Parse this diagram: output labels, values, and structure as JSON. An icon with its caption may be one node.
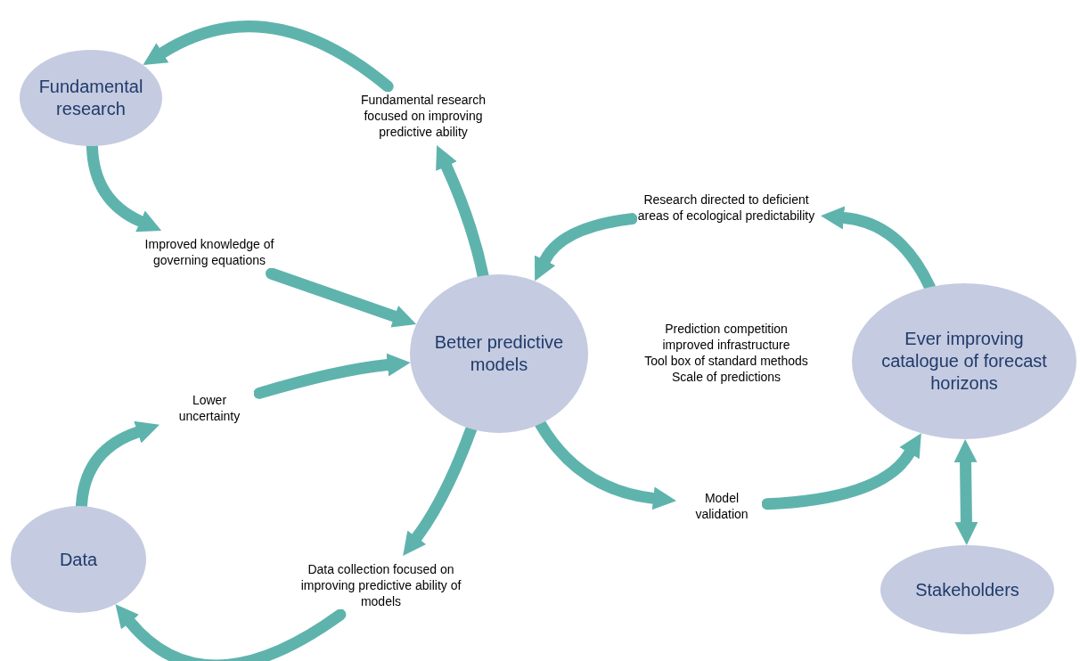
{
  "diagram": {
    "nodes": [
      {
        "text": [
          "Fundamental research"
        ]
      },
      {
        "text": [
          "Fundamental research focused on improving predictive ability"
        ]
      },
      {
        "text": [
          "Improved knowledge of governing equations"
        ]
      },
      {
        "text": [
          "Better predictive models"
        ]
      },
      {
        "text": [
          "Research directed to deficient areas of ecological predictability"
        ]
      },
      {
        "text": [
          "Ever improving catalogue of forecast horizons"
        ]
      },
      {
        "text": [
          "Lower uncertainty"
        ]
      },
      {
        "text": [
          "Data"
        ]
      },
      {
        "text": [
          "Data collection focused on improving predictive ability of models"
        ]
      },
      {
        "text": [
          "Model validation"
        ]
      },
      {
        "text": [
          "Stakeholders"
        ]
      }
    ],
    "edges": [
      {
        "from": 1,
        "to": 0,
        "arrow": "to"
      },
      {
        "from": 0,
        "to": 2,
        "arrow": "to"
      },
      {
        "from": 2,
        "to": 3,
        "arrow": "to"
      },
      {
        "from": 3,
        "to": 1,
        "arrow": "to"
      },
      {
        "from": 4,
        "to": 3,
        "arrow": "to"
      },
      {
        "from": 5,
        "to": 4,
        "arrow": "to"
      },
      {
        "from": 6,
        "to": 3,
        "arrow": "to"
      },
      {
        "from": 7,
        "to": 6,
        "arrow": "to"
      },
      {
        "from": 3,
        "to": 8,
        "arrow": "to"
      },
      {
        "from": 8,
        "to": 7,
        "arrow": "to"
      },
      {
        "from": 3,
        "to": 9,
        "arrow": "to"
      },
      {
        "from": 9,
        "to": 5,
        "arrow": "to"
      },
      {
        "from": 5,
        "to": 10,
        "arrow": "both"
      }
    ],
    "labels": [
      "Prediction competition",
      "improved infrastructure",
      "Tool box of standard methods",
      "Scale of predictions"
    ]
  }
}
